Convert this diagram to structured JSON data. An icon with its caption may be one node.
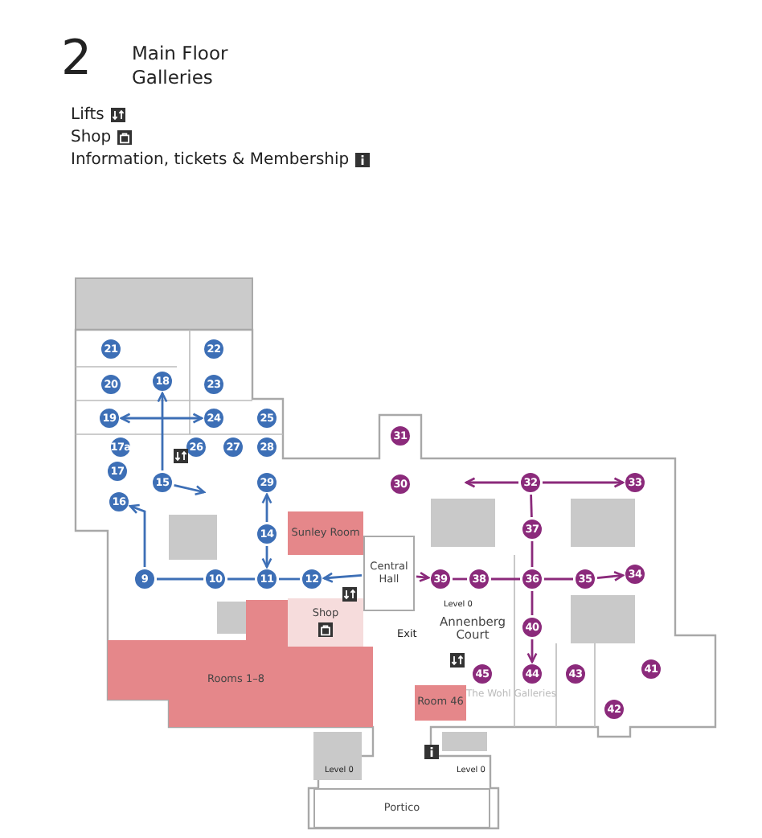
{
  "diagram": {
    "title": "Main Floor Galleries",
    "nodes": [
      {
        "text": [
          "21"
        ]
      },
      {
        "text": [
          "22"
        ]
      },
      {
        "text": [
          "20"
        ]
      },
      {
        "text": [
          "18"
        ]
      },
      {
        "text": [
          "23"
        ]
      },
      {
        "text": [
          "19"
        ]
      },
      {
        "text": [
          "24"
        ]
      },
      {
        "text": [
          "25"
        ]
      },
      {
        "text": [
          "31"
        ]
      },
      {
        "text": [
          "17a"
        ]
      },
      {
        "text": [
          "26"
        ]
      },
      {
        "text": [
          "27"
        ]
      },
      {
        "text": [
          "28"
        ]
      },
      {
        "text": [
          "17"
        ]
      },
      {
        "text": [
          "15"
        ]
      },
      {
        "text": [
          "29"
        ]
      },
      {
        "text": [
          "30"
        ]
      },
      {
        "text": [
          "32"
        ]
      },
      {
        "text": [
          "33"
        ]
      },
      {
        "text": [
          "16"
        ]
      },
      {
        "text": [
          "Sunley Room"
        ]
      },
      {
        "text": [
          "37"
        ]
      },
      {
        "text": [
          "14"
        ]
      },
      {
        "text": [
          "Central Hall"
        ]
      },
      {
        "text": [
          "9"
        ]
      },
      {
        "text": [
          "10"
        ]
      },
      {
        "text": [
          "11"
        ]
      },
      {
        "text": [
          "12"
        ]
      },
      {
        "text": [
          "39"
        ]
      },
      {
        "text": [
          "38"
        ]
      },
      {
        "text": [
          "36"
        ]
      },
      {
        "text": [
          "35"
        ]
      },
      {
        "text": [
          "34"
        ]
      },
      {
        "text": [
          "Shop"
        ]
      },
      {
        "text": [
          "Annenberg Court"
        ]
      },
      {
        "text": [
          "40"
        ]
      },
      {
        "text": [
          "Rooms 1–8"
        ]
      },
      {
        "text": [
          "45"
        ]
      },
      {
        "text": [
          "44"
        ]
      },
      {
        "text": [
          "43"
        ]
      },
      {
        "text": [
          "41"
        ]
      },
      {
        "text": [
          "Room 46"
        ]
      },
      {
        "text": [
          "42"
        ]
      },
      {
        "text": [
          "Portico"
        ]
      }
    ],
    "edges": [
      {
        "from": 24,
        "to": 19,
        "arrow": "to",
        "color": "#3d6fb6"
      },
      {
        "from": 14,
        "to": 3,
        "arrow": "to",
        "color": "#3d6fb6"
      },
      {
        "from": 14,
        "to": null,
        "arrow": "to",
        "color": "#3d6fb6"
      },
      {
        "from": 5,
        "to": 6,
        "arrow": "both",
        "color": "#3d6fb6"
      },
      {
        "from": 22,
        "to": 26,
        "arrow": "to",
        "color": "#3d6fb6"
      },
      {
        "from": 22,
        "to": 15,
        "arrow": "to",
        "color": "#3d6fb6"
      },
      {
        "from": 24,
        "to": 25,
        "arrow": "none",
        "color": "#3d6fb6"
      },
      {
        "from": 25,
        "to": 26,
        "arrow": "none",
        "color": "#3d6fb6"
      },
      {
        "from": 26,
        "to": 27,
        "arrow": "none",
        "color": "#3d6fb6"
      },
      {
        "from": 23,
        "to": 27,
        "arrow": "to",
        "color": "#3d6fb6"
      },
      {
        "from": 23,
        "to": 28,
        "arrow": "to"
      },
      {
        "from": 28,
        "to": 29,
        "arrow": "none"
      },
      {
        "from": 29,
        "to": 30,
        "arrow": "none"
      },
      {
        "from": 30,
        "to": 31,
        "arrow": "none"
      },
      {
        "from": 31,
        "to": 32,
        "arrow": "to"
      },
      {
        "from": 17,
        "to": null,
        "arrow": "to"
      },
      {
        "from": 17,
        "to": 18,
        "arrow": "to"
      },
      {
        "from": 17,
        "to": 21,
        "arrow": "none"
      },
      {
        "from": 21,
        "to": 30,
        "arrow": "none"
      },
      {
        "from": 30,
        "to": 35,
        "arrow": "none"
      },
      {
        "from": 35,
        "to": 38,
        "arrow": "to"
      }
    ],
    "labels": [
      "2",
      "Level 0",
      "Exit",
      "The Wohl Galleries",
      "Level 0",
      "Level 0"
    ],
    "legend": [
      {
        "text": "Lifts"
      },
      {
        "text": "Shop"
      },
      {
        "text": "Information, tickets & Membership"
      }
    ]
  }
}
